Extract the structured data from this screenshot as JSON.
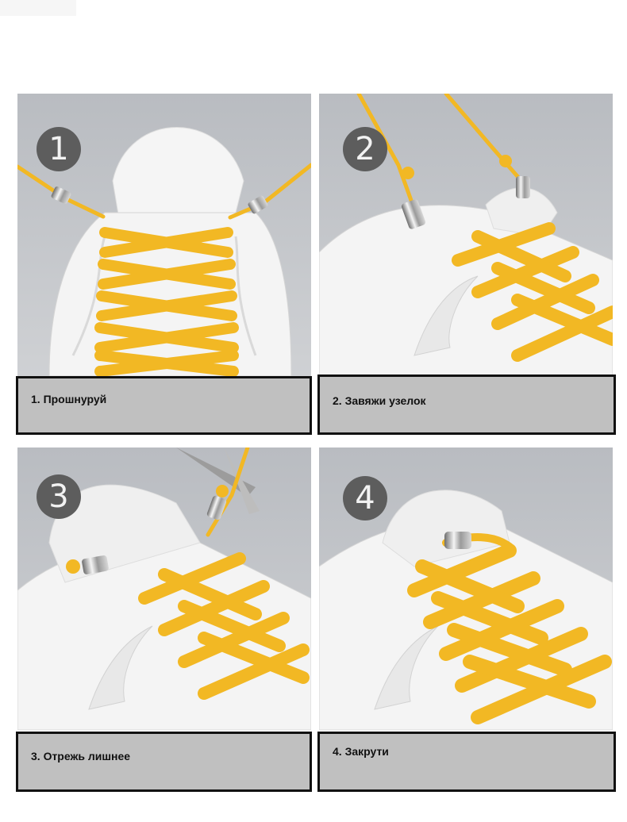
{
  "steps": [
    {
      "number": "1",
      "caption": "1. Прошнуруй"
    },
    {
      "number": "2",
      "caption": "2. Завяжи узелок"
    },
    {
      "number": "3",
      "caption": "3. Отрежь лишнее"
    },
    {
      "number": "4",
      "caption": "4. Закрути"
    }
  ],
  "colors": {
    "lace": "#f2b824",
    "lace_shadow": "#c8901a",
    "shoe": "#f3f3f3",
    "background": "#b5b8bd",
    "caption_bg": "#c0c0c0",
    "badge": "#5d5d5d"
  }
}
